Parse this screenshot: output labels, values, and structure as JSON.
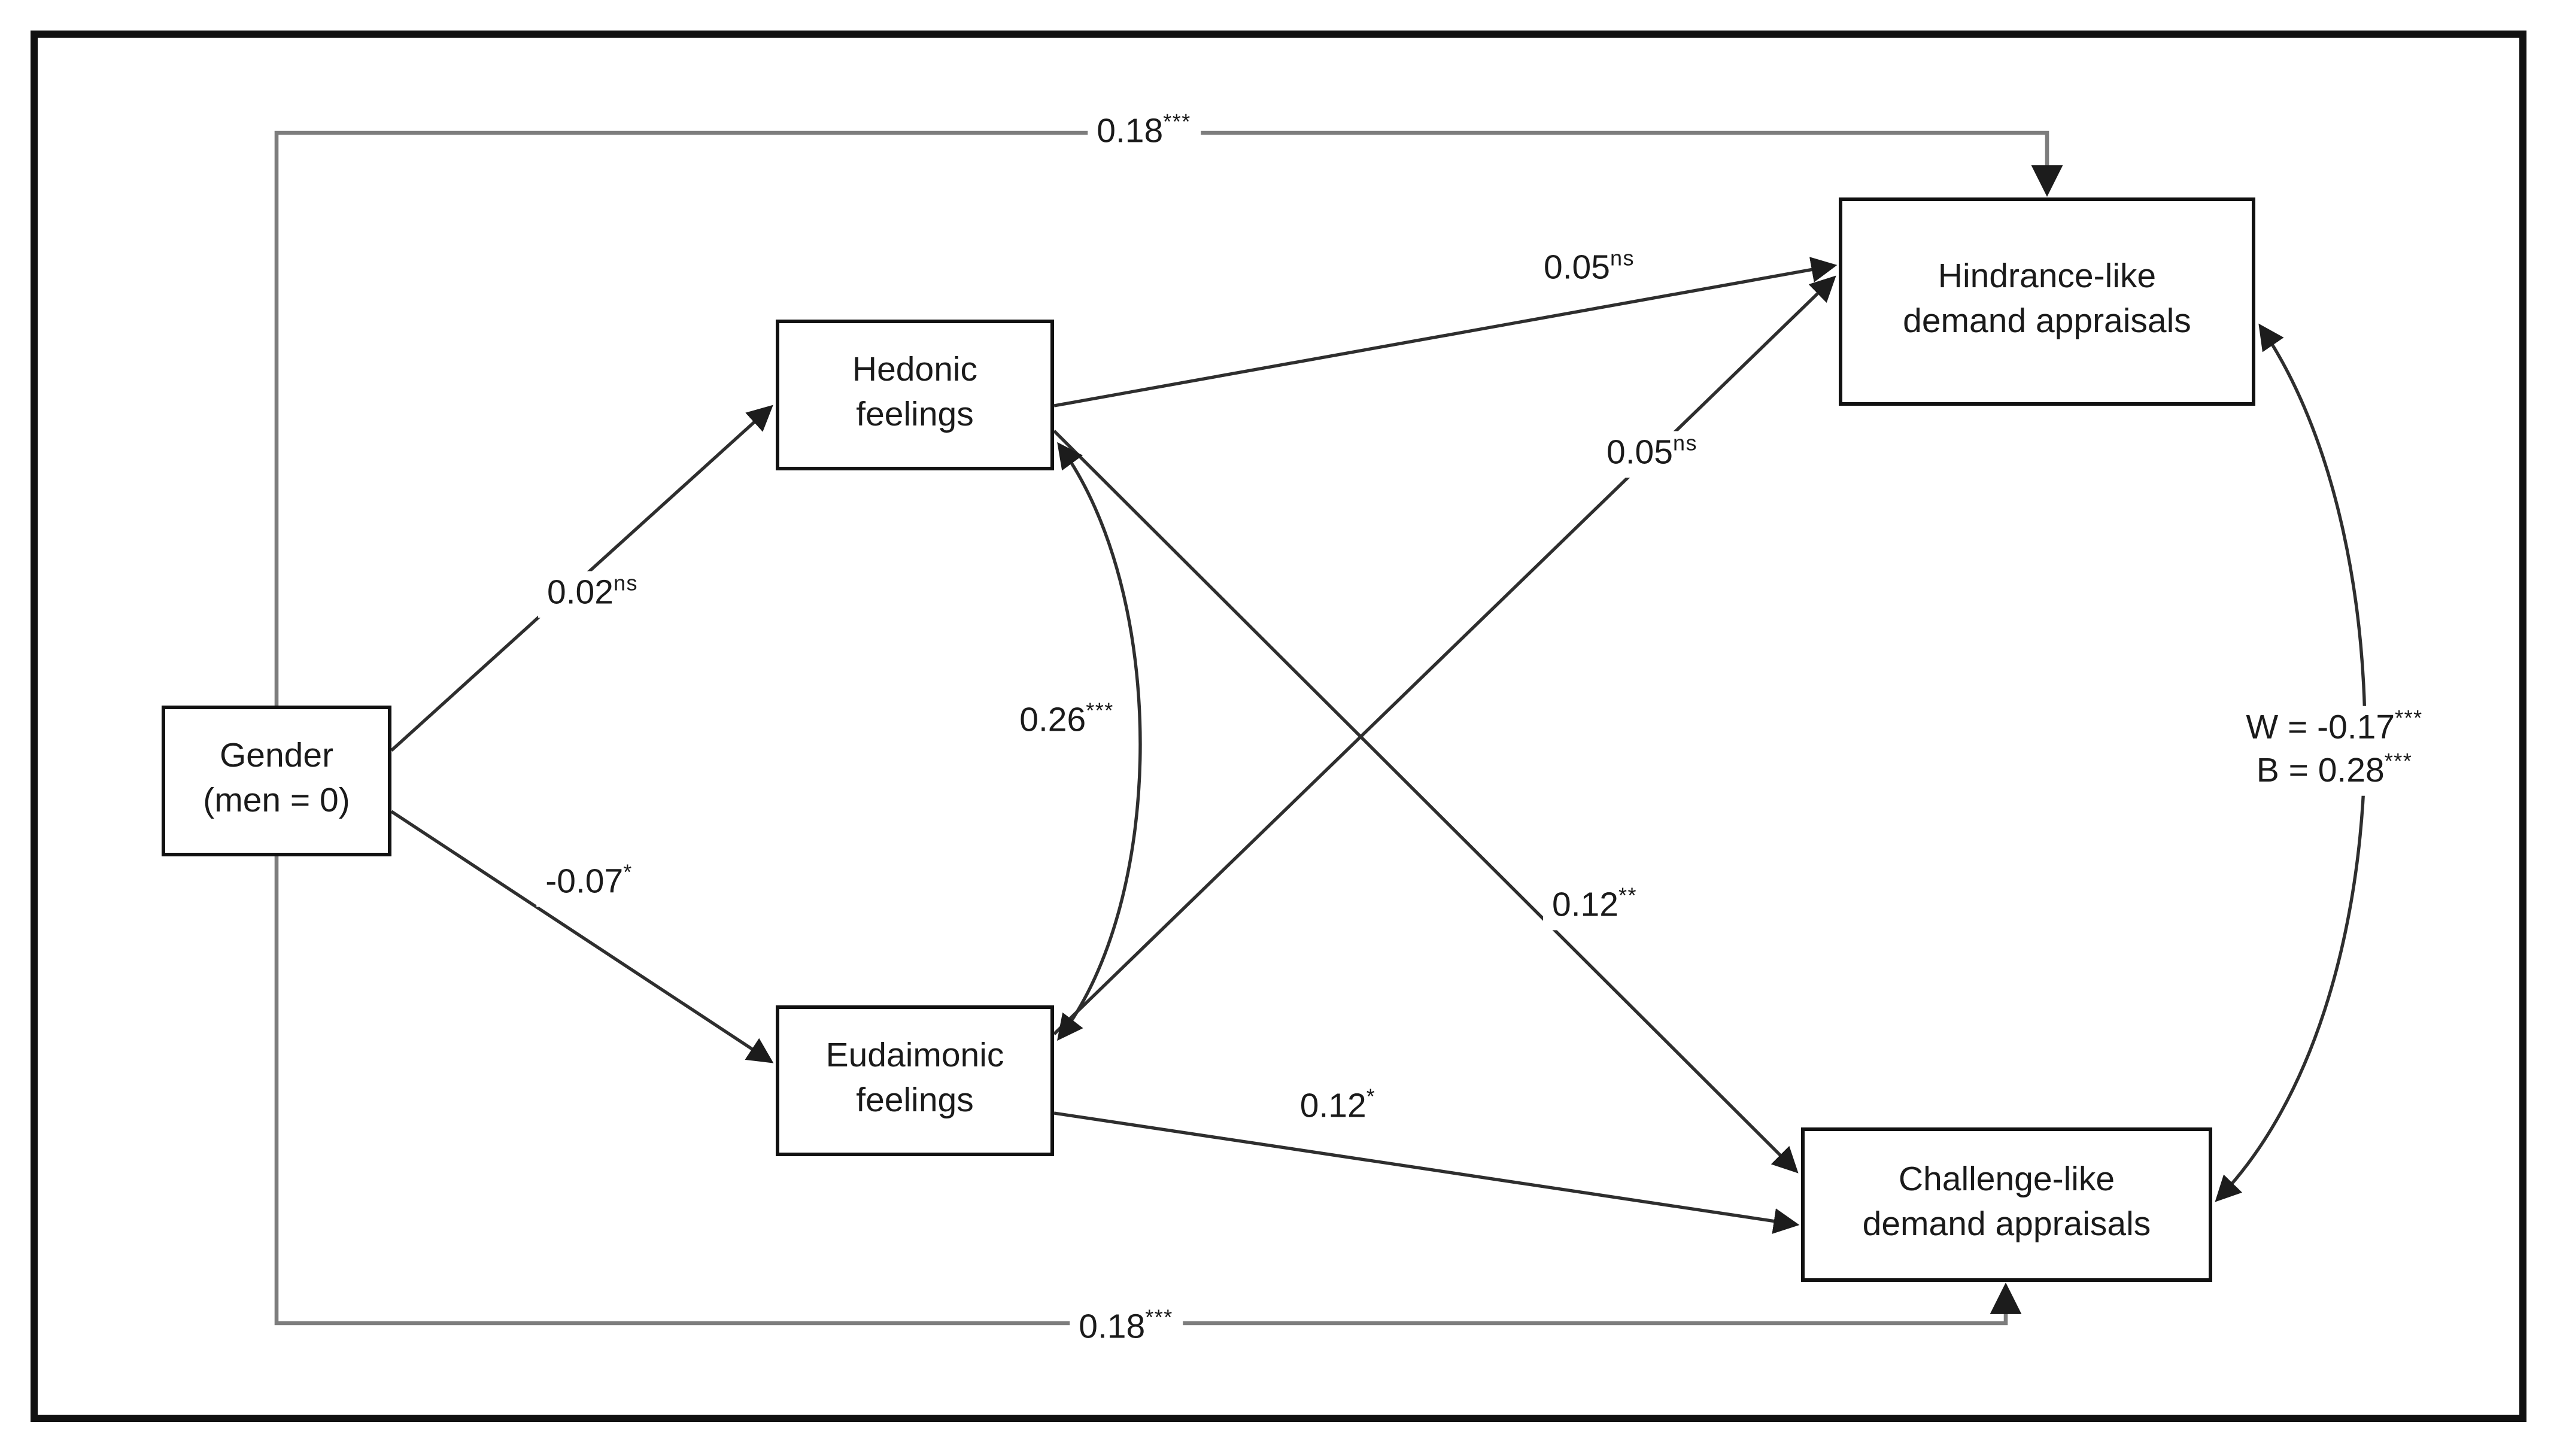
{
  "figure": {
    "type": "structural-path-model",
    "background_color": "#ffffff",
    "frame_color": "#111111",
    "elbow_line_color": "#7d7d7d",
    "path_line_color": "#2e2e2e",
    "nodes": {
      "gender": {
        "line1": "Gender",
        "line2": "(men = 0)"
      },
      "hedonic": {
        "line1": "Hedonic",
        "line2": "feelings"
      },
      "eudaimonic": {
        "line1": "Eudaimonic",
        "line2": "feelings"
      },
      "hindrance": {
        "line1": "Hindrance-like",
        "line2": "demand appraisals"
      },
      "challenge": {
        "line1": "Challenge-like",
        "line2": "demand appraisals"
      }
    },
    "coefficients": {
      "gender_to_hindrance": {
        "value": "0.18",
        "sig": "***"
      },
      "gender_to_challenge": {
        "value": "0.18",
        "sig": "***"
      },
      "gender_to_hedonic": {
        "value": "0.02",
        "sig": "ns"
      },
      "gender_to_eudaimonic": {
        "value": "-0.07",
        "sig": "*"
      },
      "hedonic_to_hindrance": {
        "value": "0.05",
        "sig": "ns"
      },
      "eudaimonic_to_hindrance": {
        "value": "0.05",
        "sig": "ns"
      },
      "hedonic_to_challenge": {
        "value": "0.12",
        "sig": "**"
      },
      "eudaimonic_to_challenge": {
        "value": "0.12",
        "sig": "*"
      },
      "hedonic_eudaimonic_correlation": {
        "value": "0.26",
        "sig": "***"
      },
      "outcome_correlation": {
        "within_value": "W = -0.17",
        "within_sig": "***",
        "between_value": "B = 0.28",
        "between_sig": "***"
      }
    }
  }
}
